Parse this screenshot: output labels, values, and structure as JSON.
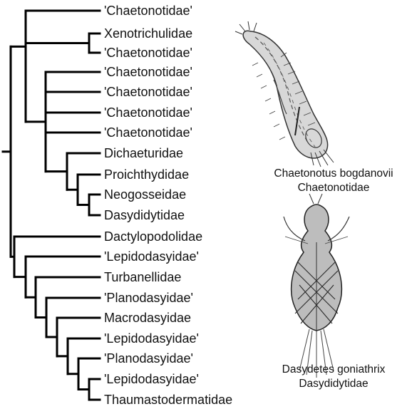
{
  "tree": {
    "leaves": [
      "'Chaetonotidae'",
      "Xenotrichulidae",
      "'Chaetonotidae'",
      "'Chaetonotidae'",
      "'Chaetonotidae'",
      "'Chaetonotidae'",
      "'Chaetonotidae'",
      "Dichaeturidae",
      "Proichthydidae",
      "Neogosseidae",
      "Dasydidytidae",
      "Dactylopodolidae",
      "'Lepidodasyidae'",
      "Turbanellidae",
      "'Planodasyidae'",
      "Macrodasyidae",
      "'Lepidodasyidae'",
      "'Planodasyidae'",
      "'Lepidodasyidae'",
      "Thaumastodermatidae"
    ],
    "line_color": "#000000"
  },
  "figures": [
    {
      "species": "Chaetonotus bogdanovii",
      "family": "Chaetonotidae"
    },
    {
      "species": "Dasydetes goniathrix",
      "family": "Dasydidytidae"
    }
  ]
}
